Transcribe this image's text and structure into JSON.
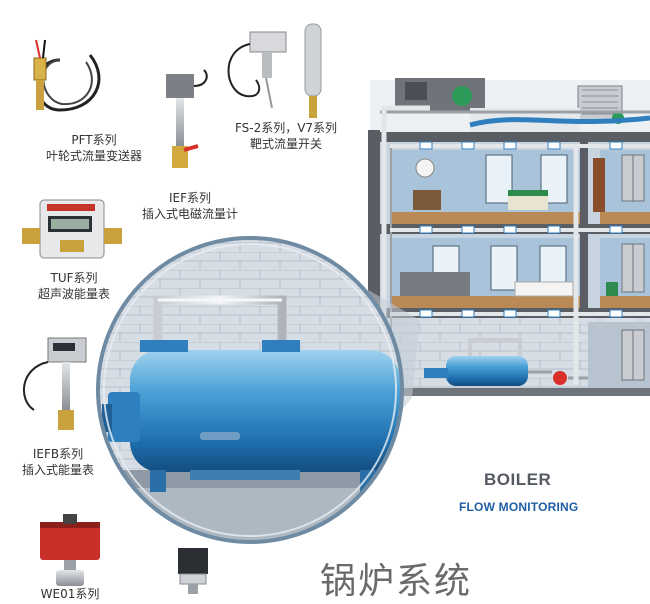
{
  "products": [
    {
      "model": "PFT系列",
      "desc": "叶轮式流量变送器"
    },
    {
      "model": "IEF系列",
      "desc": "插入式电磁流量计"
    },
    {
      "model": "FS-2系列，V7系列",
      "desc": "靶式流量开关"
    },
    {
      "model": "TUF系列",
      "desc": "超声波能量表"
    },
    {
      "model": "IEFB系列",
      "desc": "插入式能量表"
    },
    {
      "model": "WE01系列",
      "desc": ""
    }
  ],
  "headings": {
    "boiler": "BOILER",
    "flow_monitoring": "FLOW MONITORING",
    "system_title": "锅炉系统"
  },
  "colors": {
    "flow_blue": "#1f5fa6",
    "boiler_blue": "#2f7fbf",
    "building_gray": "#5a5d63",
    "floor_wood": "#b98a55",
    "wall_blue": "#a9c3da"
  }
}
